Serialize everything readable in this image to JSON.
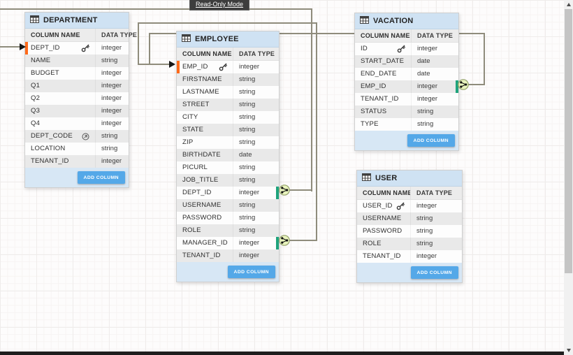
{
  "read_only_tooltip": "Read-Only Mode",
  "colors": {
    "add_button_blue": "#54a8e8",
    "table_header_blue": "#cfe2f3",
    "primary_marker_orange": "#ff6a1a",
    "foreign_key_marker_teal": "#1fa37c",
    "connector_line_olive": "#8f8c7c"
  },
  "icons": {
    "table_icon": "grid-table",
    "primary_key_icon": "key",
    "generated_column_icon": "circled-arrow",
    "many_end_icon": "crow-foot-circle",
    "one_end_icon": "black-arrowhead"
  },
  "tables": [
    {
      "title": "DEPARTMENT",
      "column_headers": [
        "COLUMN NAME",
        "DATA TYPE"
      ],
      "add_column_label": "ADD COLUMN",
      "columns": [
        {
          "name": "DEPT_ID",
          "type": "integer",
          "primary_key": true,
          "marker_left": true
        },
        {
          "name": "NAME",
          "type": "string"
        },
        {
          "name": "BUDGET",
          "type": "integer"
        },
        {
          "name": "Q1",
          "type": "integer"
        },
        {
          "name": "Q2",
          "type": "integer"
        },
        {
          "name": "Q3",
          "type": "integer"
        },
        {
          "name": "Q4",
          "type": "integer"
        },
        {
          "name": "DEPT_CODE",
          "type": "string",
          "generated": true
        },
        {
          "name": "LOCATION",
          "type": "string"
        },
        {
          "name": "TENANT_ID",
          "type": "integer"
        }
      ]
    },
    {
      "title": "EMPLOYEE",
      "column_headers": [
        "COLUMN NAME",
        "DATA TYPE"
      ],
      "add_column_label": "ADD COLUMN",
      "columns": [
        {
          "name": "EMP_ID",
          "type": "integer",
          "primary_key": true,
          "marker_left": true
        },
        {
          "name": "FIRSTNAME",
          "type": "string"
        },
        {
          "name": "LASTNAME",
          "type": "string"
        },
        {
          "name": "STREET",
          "type": "string"
        },
        {
          "name": "CITY",
          "type": "string"
        },
        {
          "name": "STATE",
          "type": "string"
        },
        {
          "name": "ZIP",
          "type": "string"
        },
        {
          "name": "BIRTHDATE",
          "type": "date"
        },
        {
          "name": "PICURL",
          "type": "string"
        },
        {
          "name": "JOB_TITLE",
          "type": "string"
        },
        {
          "name": "DEPT_ID",
          "type": "integer",
          "marker_right": true
        },
        {
          "name": "USERNAME",
          "type": "string"
        },
        {
          "name": "PASSWORD",
          "type": "string"
        },
        {
          "name": "ROLE",
          "type": "string"
        },
        {
          "name": "MANAGER_ID",
          "type": "integer",
          "marker_right": true
        },
        {
          "name": "TENANT_ID",
          "type": "integer"
        }
      ]
    },
    {
      "title": "VACATION",
      "column_headers": [
        "COLUMN NAME",
        "DATA TYPE"
      ],
      "add_column_label": "ADD COLUMN",
      "columns": [
        {
          "name": "ID",
          "type": "integer",
          "primary_key": true
        },
        {
          "name": "START_DATE",
          "type": "date"
        },
        {
          "name": "END_DATE",
          "type": "date"
        },
        {
          "name": "EMP_ID",
          "type": "integer",
          "marker_right": true
        },
        {
          "name": "TENANT_ID",
          "type": "integer"
        },
        {
          "name": "STATUS",
          "type": "string"
        },
        {
          "name": "TYPE",
          "type": "string"
        }
      ]
    },
    {
      "title": "USER",
      "column_headers": [
        "COLUMN NAME",
        "DATA TYPE"
      ],
      "add_column_label": "ADD COLUMN",
      "columns": [
        {
          "name": "USER_ID",
          "type": "integer",
          "primary_key": true
        },
        {
          "name": "USERNAME",
          "type": "string"
        },
        {
          "name": "PASSWORD",
          "type": "string"
        },
        {
          "name": "ROLE",
          "type": "string"
        },
        {
          "name": "TENANT_ID",
          "type": "integer"
        }
      ]
    }
  ],
  "relationships": [
    {
      "from": "EMPLOYEE.DEPT_ID",
      "to": "DEPARTMENT.DEPT_ID"
    },
    {
      "from": "EMPLOYEE.MANAGER_ID",
      "to": "EMPLOYEE.EMP_ID"
    },
    {
      "from": "VACATION.EMP_ID",
      "to": "EMPLOYEE.EMP_ID"
    }
  ]
}
